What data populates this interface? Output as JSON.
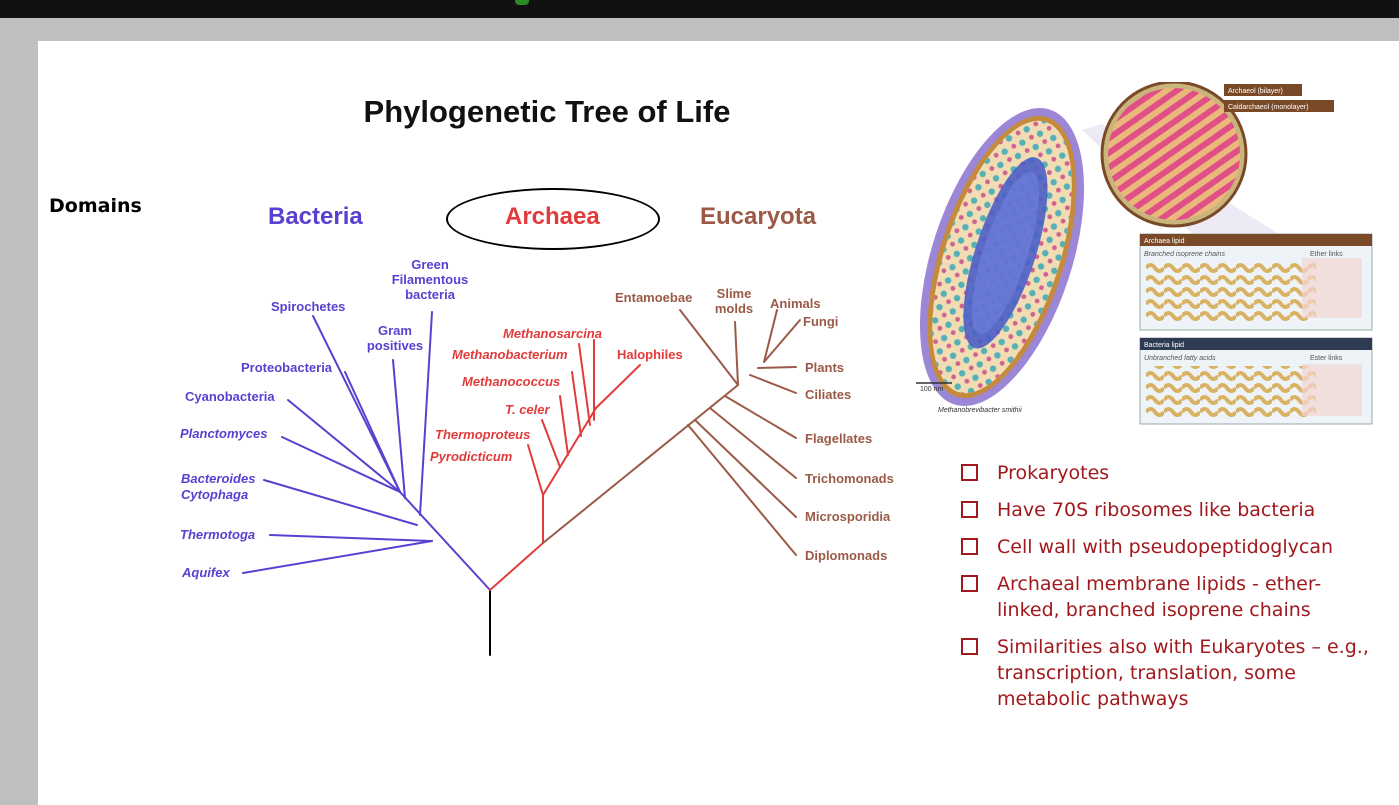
{
  "slide": {
    "title": "Phylogenetic Tree of Life",
    "domains_label": "Domains"
  },
  "domains": {
    "bacteria": "Bacteria",
    "archaea": "Archaea",
    "eucaryota": "Eucaryota"
  },
  "bacteria_taxa": {
    "green1": "Green",
    "green2": "Filamentous",
    "green3": "bacteria",
    "spirochetes": "Spirochetes",
    "gram1": "Gram",
    "gram2": "positives",
    "proteobacteria": "Proteobacteria",
    "cyanobacteria": "Cyanobacteria",
    "planctomyces": "Planctomyces",
    "bacteroides1": "Bacteroides",
    "bacteroides2": "Cytophaga",
    "thermotoga": "Thermotoga",
    "aquifex": "Aquifex"
  },
  "archaea_taxa": {
    "methanosarcina": "Methanosarcina",
    "methanobacterium": "Methanobacterium",
    "halophiles": "Halophiles",
    "methanococcus": "Methanococcus",
    "tceler": "T. celer",
    "thermoproteus": "Thermoproteus",
    "pyrodicticum": "Pyrodicticum"
  },
  "eucaryota_taxa": {
    "entamoebae": "Entamoebae",
    "slime1": "Slime",
    "slime2": "molds",
    "animals": "Animals",
    "fungi": "Fungi",
    "plants": "Plants",
    "ciliates": "Ciliates",
    "flagellates": "Flagellates",
    "trichomonads": "Trichomonads",
    "microsporidia": "Microsporidia",
    "diplomonads": "Diplomonads"
  },
  "cell_image": {
    "archaeol": "Archaeol (bilayer)",
    "caldarchaeol": "Caldarchaeol (monolayer)",
    "archaea_lipid": "Archaea lipid",
    "branched": "Branched isoprene chains",
    "ether_links_1": "Ether links",
    "bacteria_lipid": "Bacteria lipid",
    "unbranched": "Unbranched fatty acids",
    "ester_links": "Ester links",
    "scale": "100 nm",
    "species": "Methanobrevibacter smithii"
  },
  "bullets": [
    "Prokaryotes",
    "Have 70S ribosomes like bacteria",
    "Cell wall with pseudopeptidoglycan",
    "Archaeal membrane lipids - ether-linked, branched isoprene chains",
    "Similarities also with Eukaryotes – e.g., transcription, translation, some metabolic pathways"
  ],
  "colors": {
    "bacteria": "#5a3fd0",
    "archaea": "#e23b3b",
    "eucaryota": "#9b5a48",
    "bullet_text": "#a0191c"
  }
}
